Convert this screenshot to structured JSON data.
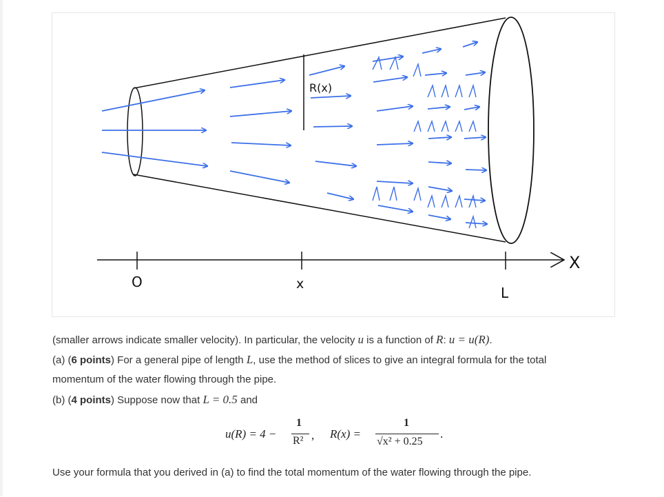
{
  "figure": {
    "label_R": "R(x)",
    "axis_origin": "O",
    "axis_x_tick": "x",
    "axis_end": "L",
    "axis_name": "X",
    "arrow_color": "#3b6fe8",
    "line_color": "#111111"
  },
  "text": {
    "p1_a": "(smaller arrows indicate smaller velocity). In particular, the velocity ",
    "p1_u": "u",
    "p1_b": " is a function of ",
    "p1_R": "R",
    "p1_c": ": ",
    "p1_eq": "u = u(R)",
    "p1_d": ".",
    "pa_prefix": "(a) (",
    "pa_bold": "6 points",
    "pa_rest": ") For a general pipe of length ",
    "pa_L": "L",
    "pa_rest2": ", use the method of slices to give an integral formula for the total",
    "pa_line2": "momentum of the water flowing through the pipe.",
    "pb_prefix": "(b) (",
    "pb_bold": "4 points",
    "pb_rest": ") Suppose now that ",
    "pb_eq": "L = 0.5",
    "pb_end": " and",
    "last_line": "Use your formula that you derived in (a) to find the total momentum of the water flowing through the pipe."
  },
  "equation": {
    "u_lhs": "u(R) = 4 −",
    "u_num": "1",
    "u_den": "R²",
    "comma": ",",
    "r_lhs": "R(x) =",
    "r_num": "1",
    "r_den": "√x² + 0.25",
    "period": "."
  }
}
